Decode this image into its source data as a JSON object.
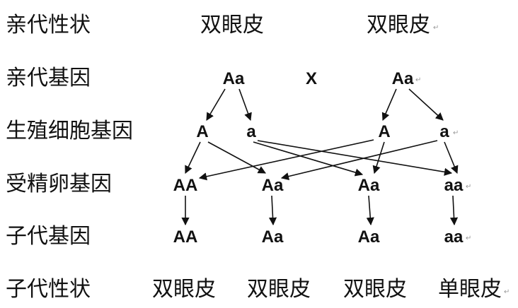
{
  "rows": {
    "parent_trait": "亲代性状",
    "parent_genes": "亲代基因",
    "gamete_genes": "生殖细胞基因",
    "zygote_genes": "受精卵基因",
    "offspring_genes": "子代基因",
    "offspring_trait": "子代性状"
  },
  "parents": {
    "trait_left": "双眼皮",
    "trait_right": "双眼皮",
    "genotype_left": "Aa",
    "genotype_right": "Aa",
    "cross_symbol": "X"
  },
  "gametes": [
    "A",
    "a",
    "A",
    "a"
  ],
  "zygotes": [
    "AA",
    "Aa",
    "Aa",
    "aa"
  ],
  "offspring": [
    "AA",
    "Aa",
    "Aa",
    "aa"
  ],
  "offspring_traits": [
    "双眼皮",
    "双眼皮",
    "双眼皮",
    "单眼皮"
  ],
  "edit_mark": "↵"
}
